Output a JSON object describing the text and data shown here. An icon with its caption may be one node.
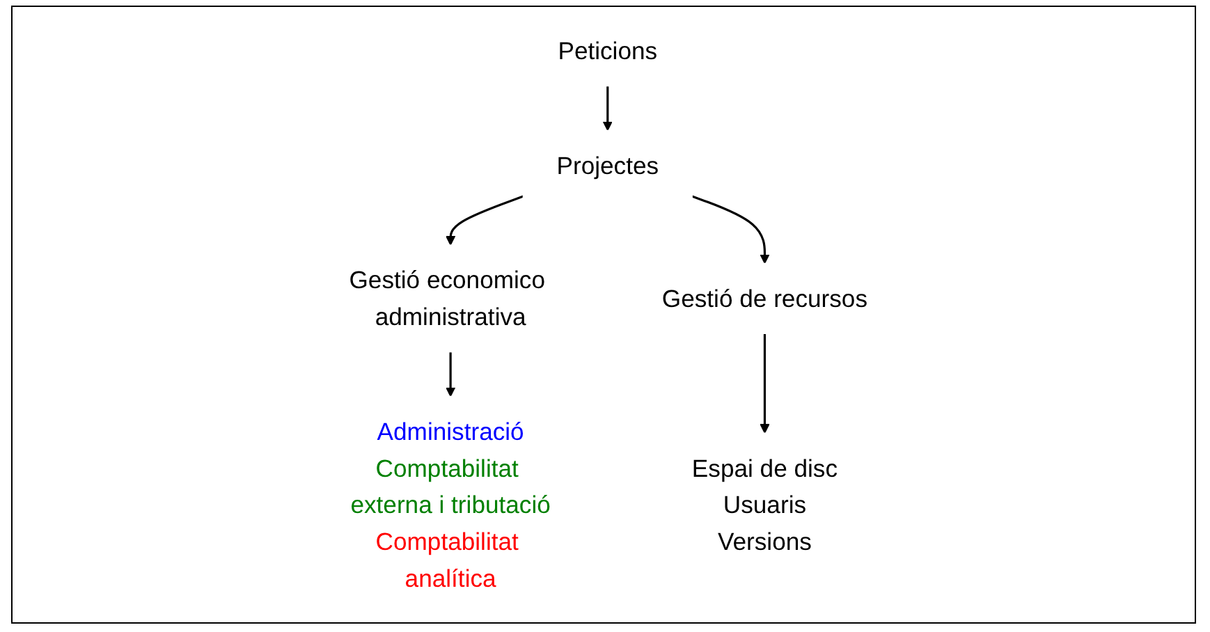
{
  "diagram": {
    "nodes": [
      {
        "text": [
          "Peticions"
        ]
      },
      {
        "text": [
          "Projectes"
        ]
      },
      {
        "text": [
          "Gestió economico administrativa"
        ]
      },
      {
        "text": [
          "Gestió de recursos"
        ]
      },
      {
        "text": [
          "Administració",
          "Comptabilitat externa i tributació",
          "Comptabilitat analítica"
        ]
      },
      {
        "text": [
          "Espai de disc",
          "Usuaris",
          "Versions"
        ]
      }
    ],
    "edges": [
      {
        "from": 0,
        "to": 1,
        "arrow": "to"
      },
      {
        "from": 1,
        "to": 2,
        "arrow": "to"
      },
      {
        "from": 1,
        "to": 3,
        "arrow": "to"
      },
      {
        "from": 2,
        "to": 4,
        "arrow": "to"
      },
      {
        "from": 3,
        "to": 5,
        "arrow": "to"
      }
    ]
  }
}
